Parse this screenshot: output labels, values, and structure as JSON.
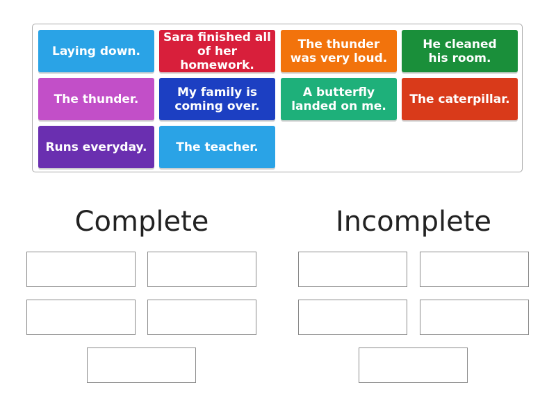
{
  "cards": [
    {
      "text": "Laying down.",
      "color": "#2aa3e6"
    },
    {
      "text": "Sara finished all\nof her homework.",
      "color": "#d81f3b"
    },
    {
      "text": "The thunder\nwas very loud.",
      "color": "#f2730c"
    },
    {
      "text": "He cleaned\nhis room.",
      "color": "#1a8f3a"
    },
    {
      "text": "The thunder.",
      "color": "#c24fc8"
    },
    {
      "text": "My family is\ncoming over.",
      "color": "#1c3fc2"
    },
    {
      "text": "A butterfly\nlanded on me.",
      "color": "#1eb07a"
    },
    {
      "text": "The caterpillar.",
      "color": "#d93a1a"
    },
    {
      "text": "Runs everyday.",
      "color": "#6a2fb0"
    },
    {
      "text": "The teacher.",
      "color": "#2aa3e6"
    }
  ],
  "groups": [
    {
      "title": "Complete",
      "slot_count": 5
    },
    {
      "title": "Incomplete",
      "slot_count": 5
    }
  ]
}
